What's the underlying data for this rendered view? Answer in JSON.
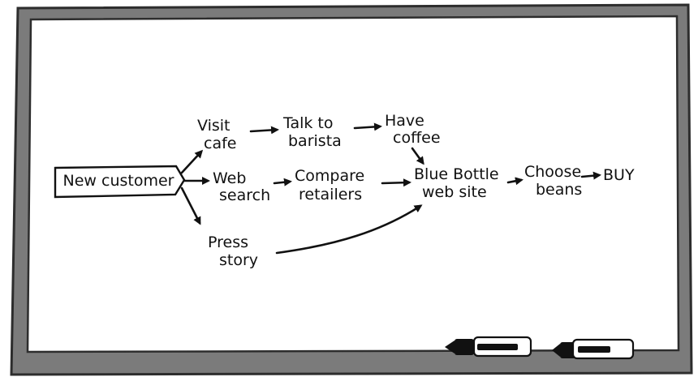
{
  "diagram": {
    "start": "New customer",
    "nodes": {
      "visit_cafe": [
        "Visit",
        "cafe"
      ],
      "web_search": [
        "Web",
        "search"
      ],
      "press_story": [
        "Press",
        "story"
      ],
      "talk_to_barista": [
        "Talk to",
        "barista"
      ],
      "compare_retailers": [
        "Compare",
        "retailers"
      ],
      "have_coffee": [
        "Have",
        "coffee"
      ],
      "blue_bottle_website": [
        "Blue Bottle",
        "web site"
      ],
      "choose_beans": [
        "Choose",
        "beans"
      ],
      "buy": "BUY"
    },
    "edges": [
      [
        "New customer",
        "Visit cafe"
      ],
      [
        "New customer",
        "Web search"
      ],
      [
        "New customer",
        "Press story"
      ],
      [
        "Visit cafe",
        "Talk to barista"
      ],
      [
        "Talk to barista",
        "Have coffee"
      ],
      [
        "Have coffee",
        "Blue Bottle web site"
      ],
      [
        "Web search",
        "Compare retailers"
      ],
      [
        "Compare retailers",
        "Blue Bottle web site"
      ],
      [
        "Press story",
        "Blue Bottle web site"
      ],
      [
        "Blue Bottle web site",
        "Choose beans"
      ],
      [
        "Choose beans",
        "BUY"
      ]
    ]
  },
  "colors": {
    "frame": "#7b7b7b",
    "ink": "#111111",
    "board": "#ffffff"
  }
}
